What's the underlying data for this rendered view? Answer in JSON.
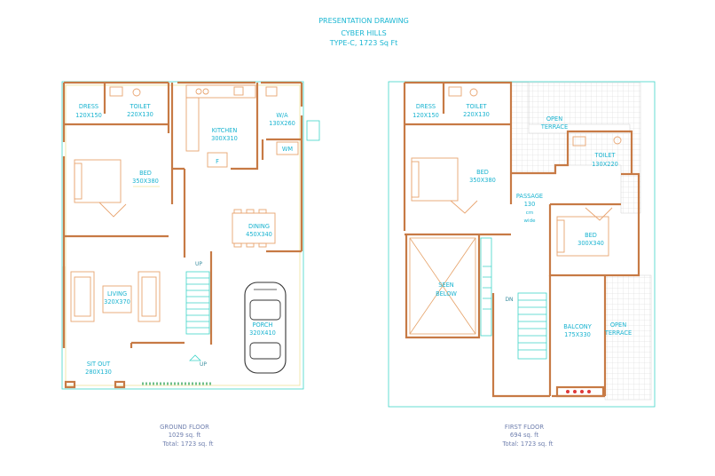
{
  "header": {
    "title": "PRESENTATION DRAWING",
    "project": "CYBER HILLS",
    "type": "TYPE-C, 1723 Sq Ft"
  },
  "ground_floor": {
    "rooms": {
      "dress": {
        "name": "DRESS",
        "size": "120X150"
      },
      "toilet": {
        "name": "TOILET",
        "size": "220X130"
      },
      "kitchen": {
        "name": "KITCHEN",
        "size": "300X310"
      },
      "wa": {
        "name": "W/A",
        "size": "130X260"
      },
      "wm": {
        "name": "WM"
      },
      "fridge": {
        "name": "F"
      },
      "bed": {
        "name": "BED",
        "size": "350X380"
      },
      "dining": {
        "name": "DINING",
        "size": "450X340"
      },
      "living": {
        "name": "LIVING",
        "size": "320X370"
      },
      "porch": {
        "name": "PORCH",
        "size": "320X410"
      },
      "sitout": {
        "name": "SIT OUT",
        "size": "280X130"
      }
    },
    "stair_up": "UP",
    "porch_up": "UP",
    "caption": {
      "name": "GROUND FLOOR",
      "area": "1029 sq. ft",
      "total": "Total: 1723 sq. ft"
    }
  },
  "first_floor": {
    "rooms": {
      "dress": {
        "name": "DRESS",
        "size": "120X150"
      },
      "toilet": {
        "name": "TOILET",
        "size": "220X130"
      },
      "open_terrace_top": {
        "name": "OPEN",
        "name2": "TERRACE"
      },
      "toilet2": {
        "name": "TOILET",
        "size": "130X220"
      },
      "bed": {
        "name": "BED",
        "size": "350X380"
      },
      "passage": {
        "line1": "PASSAGE",
        "line2": "130",
        "line3": "cm",
        "line4": "wide"
      },
      "bed2": {
        "name": "BED",
        "size": "300X340"
      },
      "seen_below": {
        "line1": "SEEN",
        "line2": "BELOW"
      },
      "balcony": {
        "name": "BALCONY",
        "size": "175X330"
      },
      "open_terrace_side": {
        "name": "OPEN",
        "name2": "TERRACE"
      }
    },
    "stair_dn": "DN",
    "caption": {
      "name": "FIRST FLOOR",
      "area": "694 sq. ft",
      "total": "Total: 1723 sq. ft"
    }
  },
  "colors": {
    "walls": "#c77a45",
    "furniture": "#e8a470",
    "labels": "#18b3d0",
    "captions": "#6f7fae",
    "boundary": "#3fd4c9"
  }
}
